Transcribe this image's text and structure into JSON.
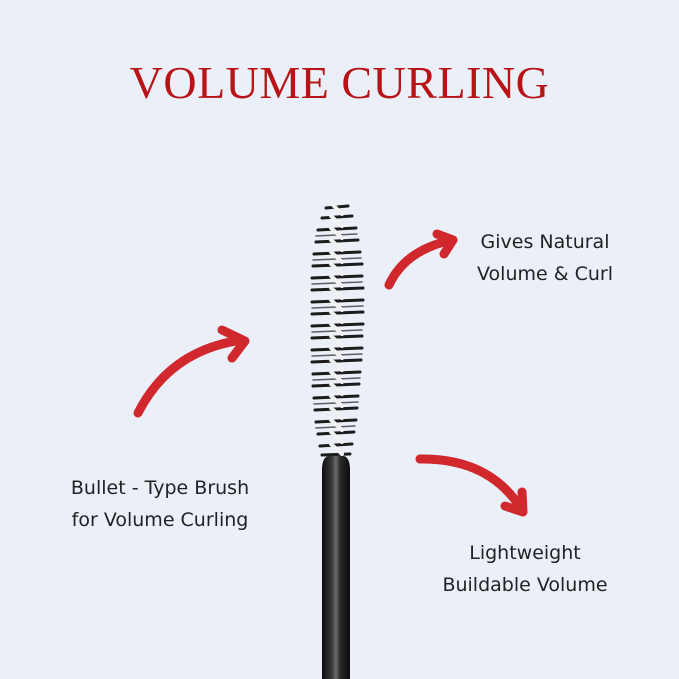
{
  "title": "VOLUME CURLING",
  "callouts": [
    {
      "id": "top-right",
      "line1": "Gives Natural",
      "line2": "Volume & Curl"
    },
    {
      "id": "left",
      "line1": "Bullet - Type Brush",
      "line2": "for Volume Curling"
    },
    {
      "id": "bottom-right",
      "line1": "Lightweight",
      "line2": "Buildable Volume"
    }
  ],
  "colors": {
    "background": "#eaeff8",
    "title": "#b81418",
    "arrow": "#d0282d",
    "text": "#222222",
    "brush": "#1c1c1c"
  },
  "icons": [
    "curved-arrow-icon",
    "mascara-wand-icon"
  ]
}
